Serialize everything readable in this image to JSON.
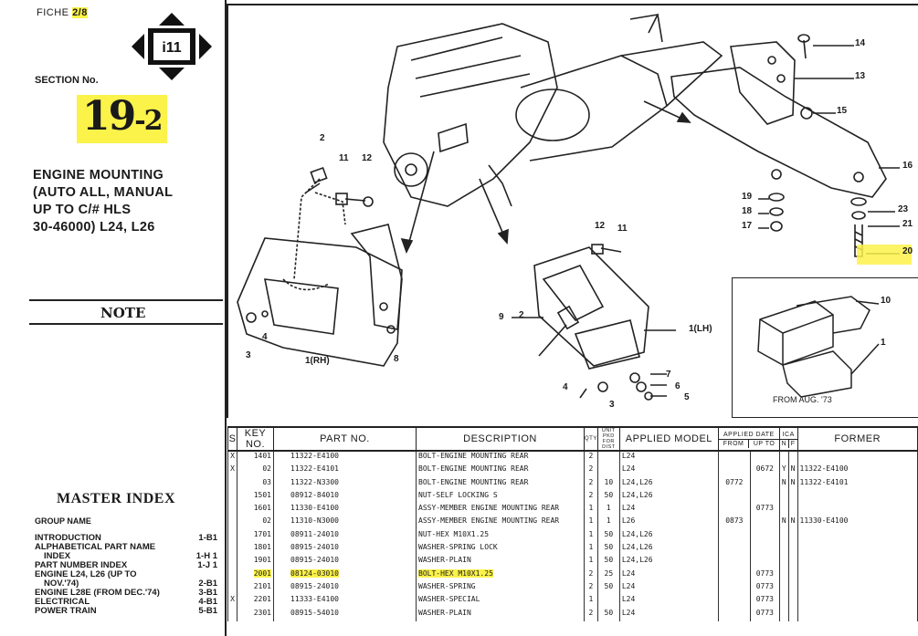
{
  "fiche": {
    "label": "FICHE",
    "value": "2/8"
  },
  "nav_code": "i11",
  "section": {
    "label": "SECTION No.",
    "main": "19",
    "sub": "-2"
  },
  "title_lines": [
    "ENGINE MOUNTING",
    "(AUTO ALL, MANUAL",
    "UP TO C/# HLS",
    "30-46000) L24, L26"
  ],
  "note_label": "NOTE",
  "master_index": {
    "title": "MASTER INDEX",
    "group_label": "GROUP NAME",
    "items": [
      {
        "name": "INTRODUCTION",
        "page": "1-B1"
      },
      {
        "name": "ALPHABETICAL PART NAME",
        "page": ""
      },
      {
        "name": "INDEX",
        "page": "1-H 1",
        "indent": true
      },
      {
        "name": "PART NUMBER INDEX",
        "page": "1-J 1"
      },
      {
        "name": "ENGINE L24, L26 (UP TO",
        "page": ""
      },
      {
        "name": "NOV.'74)",
        "page": "2-B1",
        "indent": true
      },
      {
        "name": "ENGINE L28E (FROM DEC.'74)",
        "page": "3-B1"
      },
      {
        "name": "ELECTRICAL",
        "page": "4-B1"
      },
      {
        "name": "POWER TRAIN",
        "page": "5-B1"
      }
    ]
  },
  "callouts": {
    "c2": "2",
    "c11": "11",
    "c12": "12",
    "c3": "3",
    "c4": "4",
    "c1rh": "1(RH)",
    "c8": "8",
    "c9": "9",
    "c2b": "2",
    "c12b": "12",
    "c11b": "11",
    "c1lh": "1(LH)",
    "c7": "7",
    "c6": "6",
    "c5": "5",
    "c4b": "4",
    "c3b": "3",
    "c14": "14",
    "c13": "13",
    "c15": "15",
    "c16": "16",
    "c19": "19",
    "c18": "18",
    "c17": "17",
    "c23": "23",
    "c21": "21",
    "c20": "20",
    "c10": "10",
    "c1": "1"
  },
  "inset_label": "FROM AUG. '73",
  "table": {
    "headers": {
      "s": "S",
      "key": "KEY NO.",
      "part": "PART NO.",
      "desc": "DESCRIPTION",
      "qty": "QTY",
      "unit": "UNIT PKD FOR DIST",
      "model": "APPLIED MODEL",
      "date": "APPLIED DATE",
      "from": "FROM",
      "upto": "UP TO",
      "ica": "ICA",
      "n": "N",
      "f": "F",
      "former": "FORMER"
    },
    "rows": [
      {
        "s": "X",
        "key": "1401",
        "part": "11322-E4100",
        "desc": "BOLT-ENGINE MOUNTING REAR",
        "qty": "2",
        "unit": "",
        "model": "L24",
        "from": "",
        "upto": "",
        "n": "",
        "f": "",
        "former": ""
      },
      {
        "s": "X",
        "key": "02",
        "part": "11322-E4101",
        "desc": "BOLT-ENGINE MOUNTING REAR",
        "qty": "2",
        "unit": "",
        "model": "L24",
        "from": "",
        "upto": "0672",
        "n": "Y",
        "f": "N",
        "former": "11322-E4100"
      },
      {
        "s": "",
        "key": "03",
        "part": "11322-N3300",
        "desc": "BOLT-ENGINE MOUNTING REAR",
        "qty": "2",
        "unit": "10",
        "model": "L24,L26",
        "from": "0772",
        "upto": "",
        "n": "N",
        "f": "N",
        "former": "11322-E4101"
      },
      {
        "s": "",
        "key": "1501",
        "part": "08912-84010",
        "desc": "NUT-SELF LOCKING S",
        "qty": "2",
        "unit": "50",
        "model": "L24,L26",
        "from": "",
        "upto": "",
        "n": "",
        "f": "",
        "former": ""
      },
      {
        "s": "",
        "key": "1601",
        "part": "11330-E4100",
        "desc": "ASSY-MEMBER ENGINE MOUNTING REAR",
        "qty": "1",
        "unit": "1",
        "model": "L24",
        "from": "",
        "upto": "0773",
        "n": "",
        "f": "",
        "former": ""
      },
      {
        "s": "",
        "key": "02",
        "part": "11310-N3000",
        "desc": "ASSY-MEMBER ENGINE MOUNTING REAR",
        "qty": "1",
        "unit": "1",
        "model": "L26",
        "from": "0873",
        "upto": "",
        "n": "N",
        "f": "N",
        "former": "11330-E4100"
      },
      {
        "s": "",
        "key": "1701",
        "part": "08911-24010",
        "desc": "NUT-HEX M10X1.25",
        "qty": "1",
        "unit": "50",
        "model": "L24,L26",
        "from": "",
        "upto": "",
        "n": "",
        "f": "",
        "former": ""
      },
      {
        "s": "",
        "key": "1801",
        "part": "08915-24010",
        "desc": "WASHER-SPRING LOCK",
        "qty": "1",
        "unit": "50",
        "model": "L24,L26",
        "from": "",
        "upto": "",
        "n": "",
        "f": "",
        "former": ""
      },
      {
        "s": "",
        "key": "1901",
        "part": "08915-24010",
        "desc": "WASHER-PLAIN",
        "qty": "1",
        "unit": "50",
        "model": "L24,L26",
        "from": "",
        "upto": "",
        "n": "",
        "f": "",
        "former": ""
      },
      {
        "s": "",
        "key": "2001",
        "part": "08124-03010",
        "desc": "BOLT-HEX M10X1.25",
        "qty": "2",
        "unit": "25",
        "model": "L24",
        "from": "",
        "upto": "0773",
        "n": "",
        "f": "",
        "former": "",
        "highlight": true
      },
      {
        "s": "",
        "key": "2101",
        "part": "08915-24010",
        "desc": "WASHER-SPRING",
        "qty": "2",
        "unit": "50",
        "model": "L24",
        "from": "",
        "upto": "0773",
        "n": "",
        "f": "",
        "former": ""
      },
      {
        "s": "X",
        "key": "2201",
        "part": "11333-E4100",
        "desc": "WASHER-SPECIAL",
        "qty": "1",
        "unit": "",
        "model": "L24",
        "from": "",
        "upto": "0773",
        "n": "",
        "f": "",
        "former": ""
      },
      {
        "s": "",
        "key": "2301",
        "part": "08915-54010",
        "desc": "WASHER-PLAIN",
        "qty": "2",
        "unit": "50",
        "model": "L24",
        "from": "",
        "upto": "0773",
        "n": "",
        "f": "",
        "former": ""
      }
    ]
  }
}
